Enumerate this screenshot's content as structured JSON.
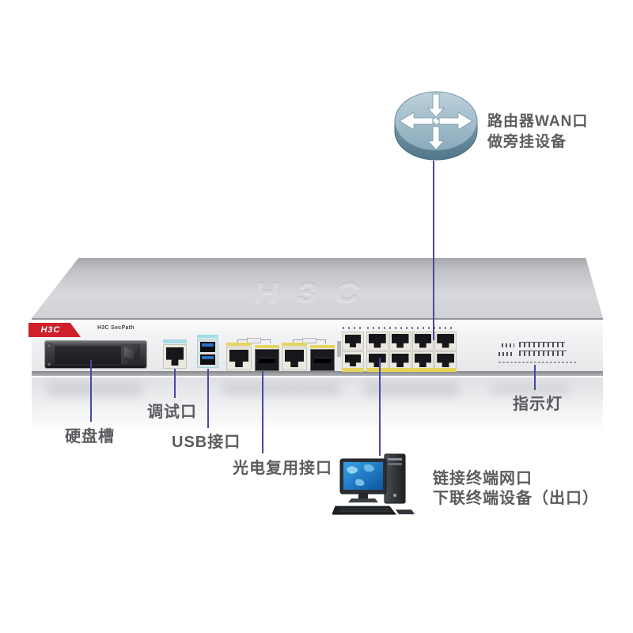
{
  "device": {
    "badge": "H3C",
    "model": "H3C SecPath",
    "top_logo": "H3C"
  },
  "labels": {
    "router_line1": "路由器WAN口",
    "router_line2": "做旁挂设备",
    "hdd": "硬盘槽",
    "console": "调试口",
    "usb": "USB接口",
    "combo": "光电复用接口",
    "leds": "指示灯",
    "terminal_line1": "链接终端网口",
    "terminal_line2": "下联终端设备（出口）"
  },
  "icons": {
    "router": "router-icon",
    "computer": "desktop-computer-icon"
  },
  "colors": {
    "annotation_line": "#4949a2",
    "badge_red": "#ce1f2a",
    "chassis_silver": "#d7d9dc",
    "panel_white": "#f2f3f5",
    "label_cyan": "#a6dce7",
    "label_yellow": "#e6d45c",
    "port_dark": "#17171b",
    "screen_blue": "#1e7fd0"
  }
}
